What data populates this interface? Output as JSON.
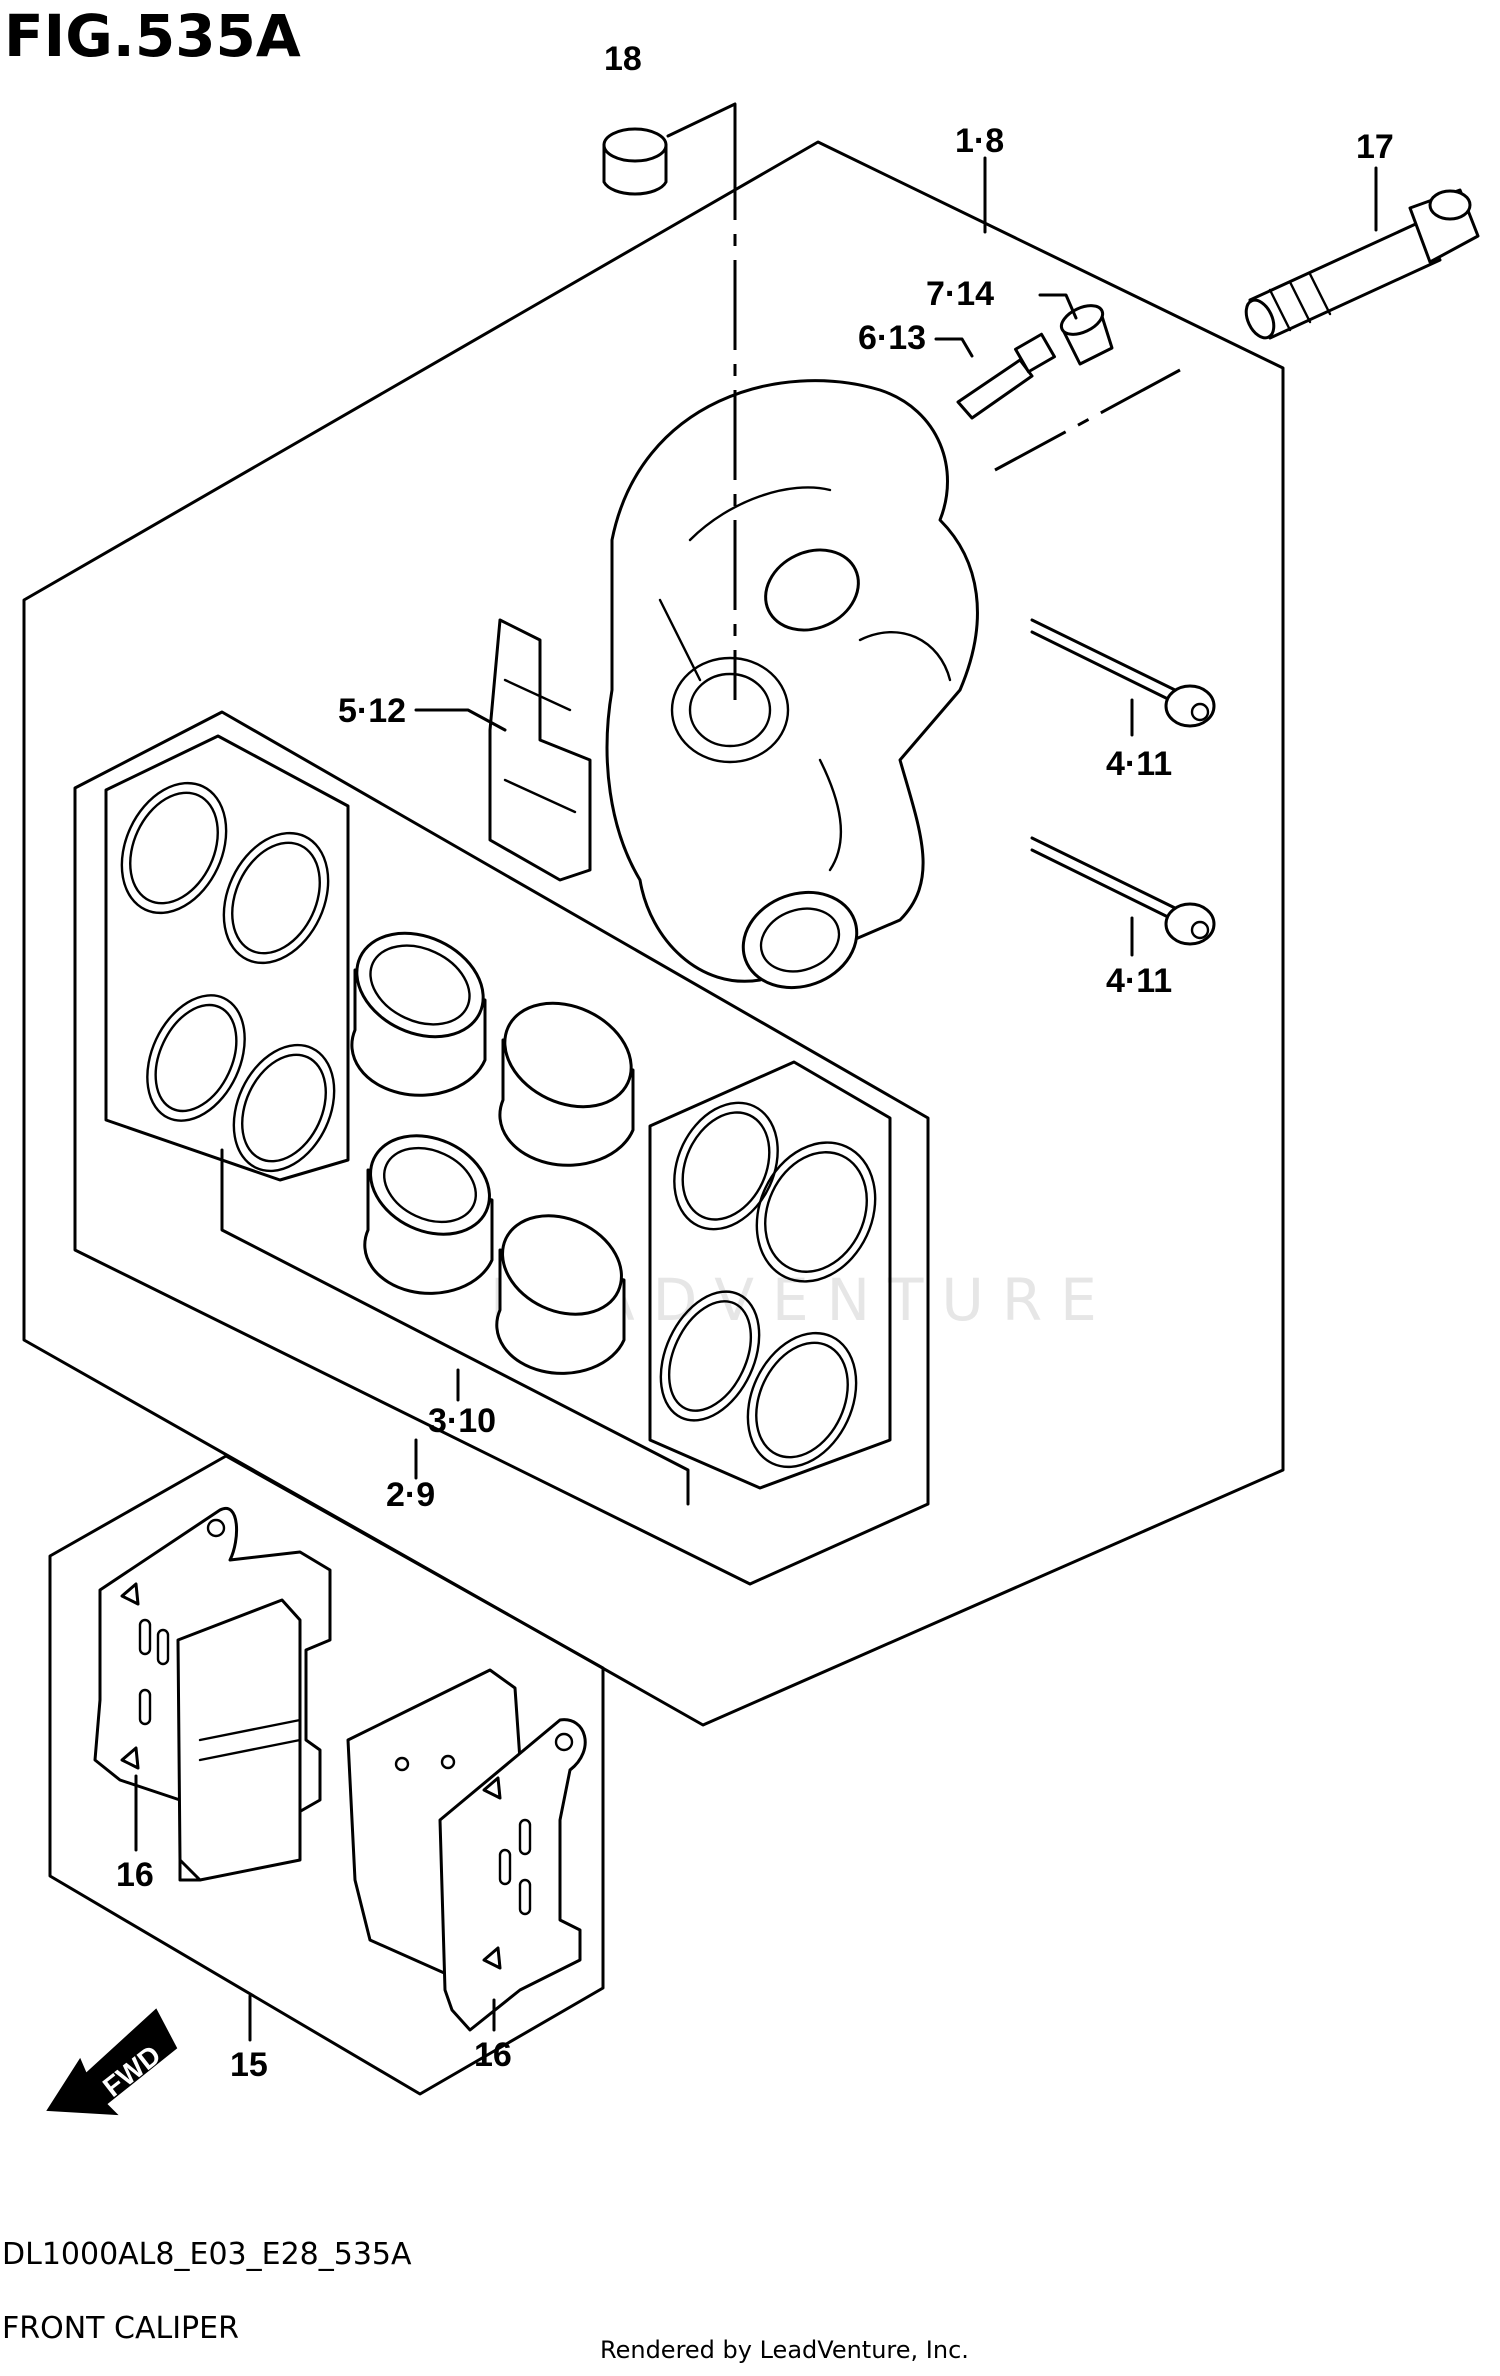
{
  "figure": {
    "title": "FIG.535A",
    "model_code": "DL1000AL8_E03_E28_535A",
    "caption": "FRONT CALIPER",
    "render_credit": "Rendered by LeadVenture, Inc.",
    "watermark": "LEADVENTURE",
    "direction_badge": "FWD"
  },
  "callouts": {
    "c18": "18",
    "c1_8": "1·8",
    "c17": "17",
    "c7_14": "7·14",
    "c6_13": "6·13",
    "c5_12": "5·12",
    "c4_11_a": "4·11",
    "c4_11_b": "4·11",
    "c3_10": "3·10",
    "c2_9": "2·9",
    "c16_a": "16",
    "c16_b": "16",
    "c15": "15"
  }
}
